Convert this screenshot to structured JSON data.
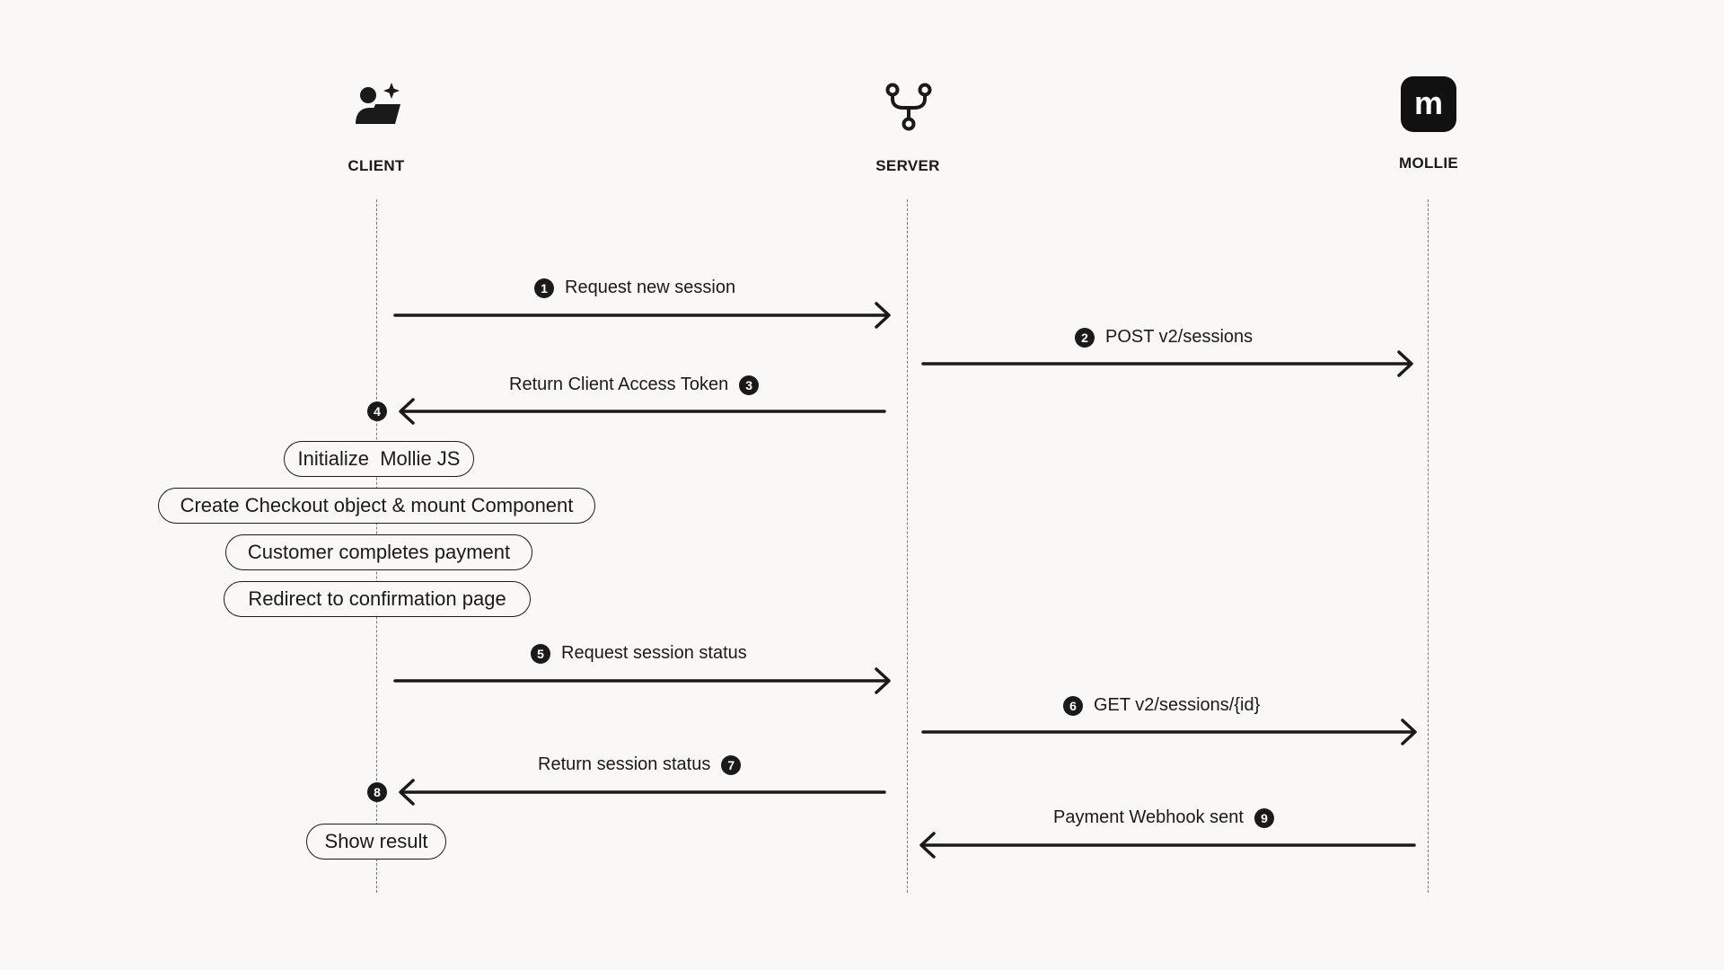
{
  "actors": {
    "client": {
      "label": "CLIENT",
      "icon": "user-sparkle-laptop-icon"
    },
    "server": {
      "label": "SERVER",
      "icon": "git-branch-icon"
    },
    "mollie": {
      "label": "MOLLIE",
      "icon": "mollie-logo-icon",
      "logo_letter": "m"
    }
  },
  "messages": [
    {
      "number": "1",
      "text": "Request new session",
      "from": "client",
      "to": "server"
    },
    {
      "number": "2",
      "text": "POST v2/sessions",
      "from": "server",
      "to": "mollie"
    },
    {
      "number": "3",
      "text": "Return Client Access Token",
      "from": "server",
      "to": "client"
    },
    {
      "number": "5",
      "text": "Request session status",
      "from": "client",
      "to": "server"
    },
    {
      "number": "6",
      "text": "GET v2/sessions/{id}",
      "from": "server",
      "to": "mollie"
    },
    {
      "number": "7",
      "text": "Return session status",
      "from": "server",
      "to": "client"
    },
    {
      "number": "9",
      "text": "Payment Webhook sent",
      "from": "mollie",
      "to": "server"
    }
  ],
  "client_steps": [
    {
      "number": "4",
      "boxes": [
        "Initialize  Mollie JS",
        "Create Checkout object & mount Component",
        "Customer completes payment",
        "Redirect to confirmation page"
      ]
    },
    {
      "number": "8",
      "boxes": [
        "Show result"
      ]
    }
  ],
  "colors": {
    "background": "#f9f8f6",
    "ink": "#1a1a1a",
    "lifeline": "#7a7a7a"
  }
}
